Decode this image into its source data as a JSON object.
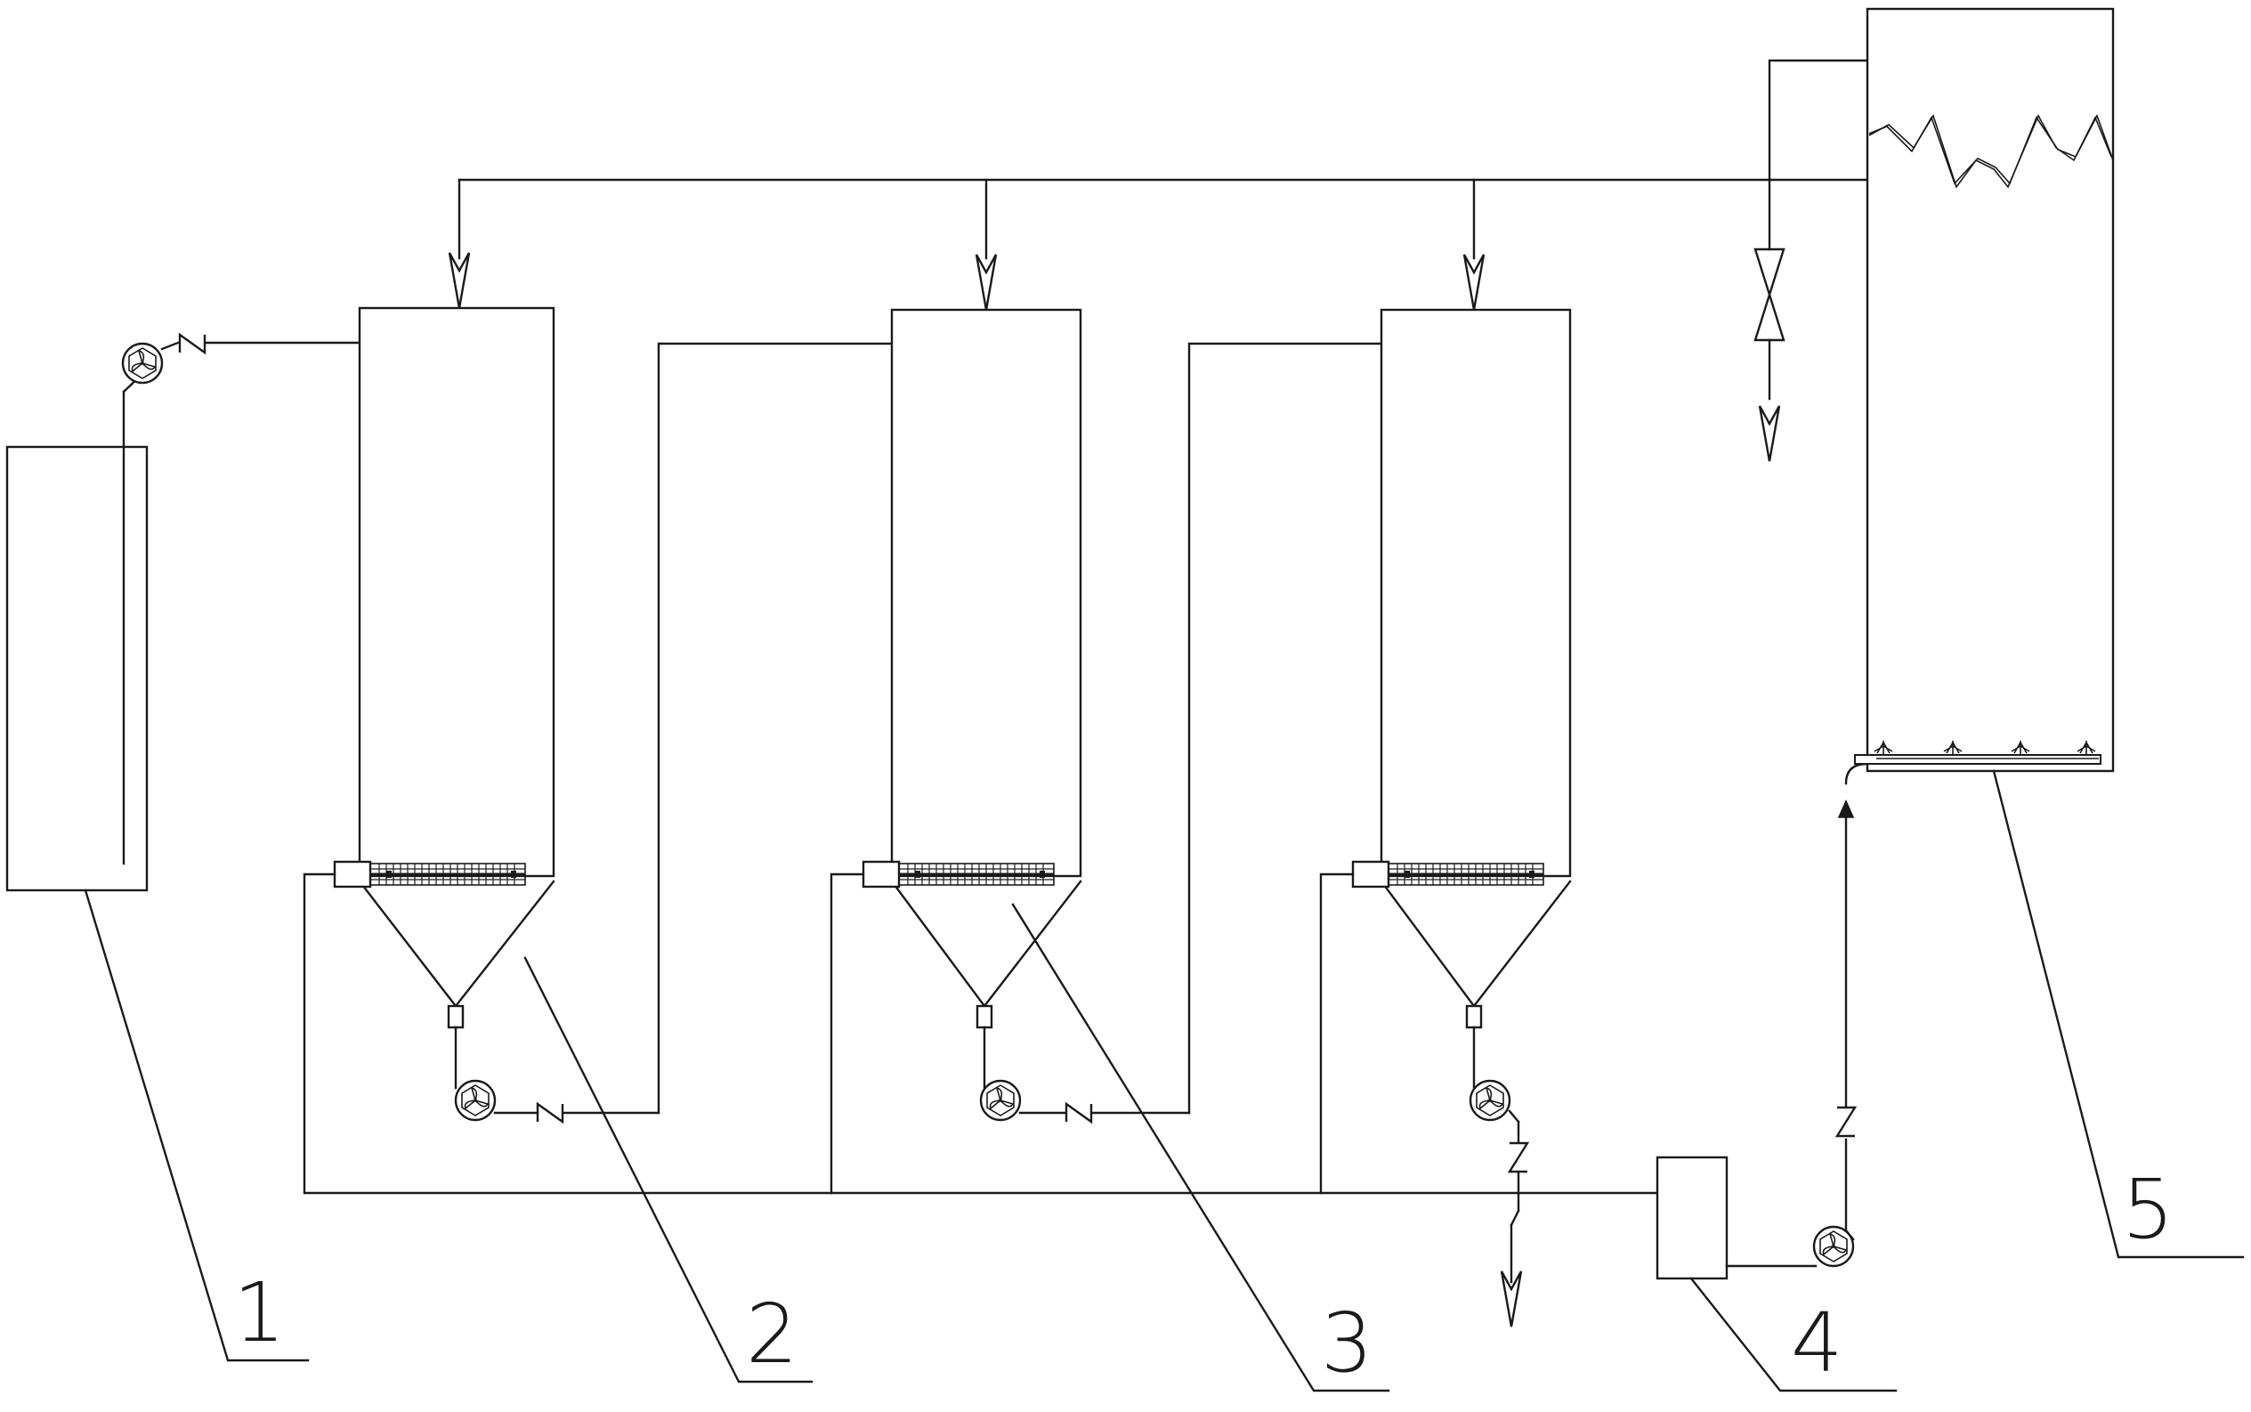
{
  "diagram": {
    "labels": {
      "l1": "1",
      "l2": "2",
      "l3": "3",
      "l4": "4",
      "l5": "5"
    },
    "colors": {
      "stroke": "#1a1a1a",
      "background": "#ffffff"
    },
    "icons": [
      "pump-icon",
      "check-valve-icon",
      "gate-valve-icon",
      "flow-arrow-icon",
      "nozzle-icon"
    ]
  }
}
